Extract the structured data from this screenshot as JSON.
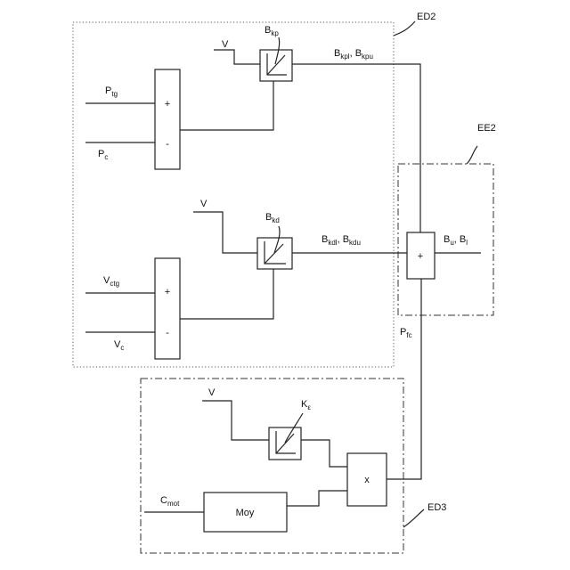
{
  "groups": {
    "ed2": "ED2",
    "ee2": "EE2",
    "ed3": "ED3"
  },
  "inputs": {
    "p_tg": {
      "main": "P",
      "sub": "tg"
    },
    "p_c": {
      "main": "P",
      "sub": "c"
    },
    "v_ctg": {
      "main": "V",
      "sub": "ctg"
    },
    "v_c": {
      "main": "V",
      "sub": "c"
    },
    "v_top": "V",
    "v_mid": "V",
    "v_bottom": "V",
    "c_mot": {
      "main": "C",
      "sub": "mot"
    }
  },
  "blocks": {
    "b_kp": {
      "main": "B",
      "sub": "kp"
    },
    "b_kd": {
      "main": "B",
      "sub": "kd"
    },
    "k_e": {
      "main": "K",
      "sub": "ε"
    },
    "moy": "Moy",
    "sum_top": {
      "plus": "+",
      "minus": "-"
    },
    "sum_mid": {
      "plus": "+",
      "minus": "-"
    },
    "sum_final": "+",
    "mult": "x"
  },
  "signals": {
    "b_kp_out": {
      "a": "B",
      "a_sub": "kpl",
      "sep": ", ",
      "b": "B",
      "b_sub": "kpu"
    },
    "b_kd_out": {
      "a": "B",
      "a_sub": "kdl",
      "sep": ", ",
      "b": "B",
      "b_sub": "kdu"
    },
    "output": {
      "a": "B",
      "a_sub": "u",
      "sep": ", ",
      "b": "B",
      "b_sub": "l"
    },
    "p_fc": {
      "main": "P",
      "sub": "fc"
    }
  }
}
